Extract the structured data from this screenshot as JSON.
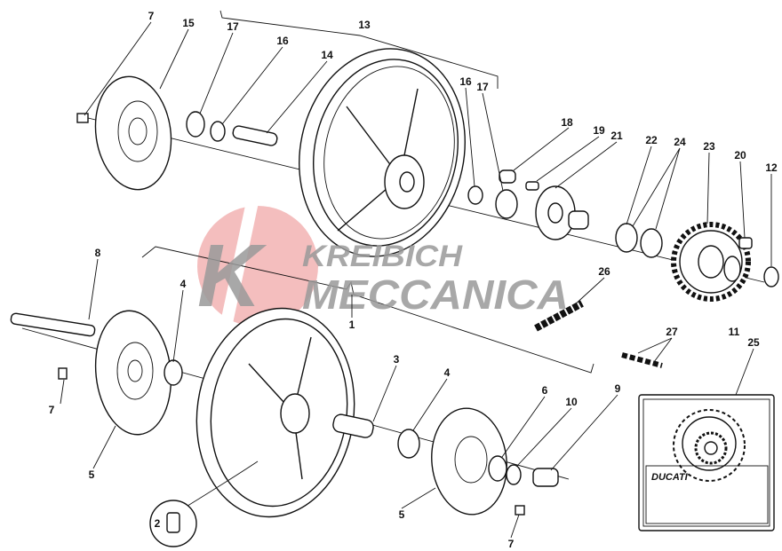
{
  "diagram": {
    "title": "Wheels exploded parts diagram",
    "watermark": {
      "line1": "KREIBICH",
      "line2": "MECCANICA",
      "initial": "K",
      "accent_color": "#f0a8a8"
    },
    "inset_brand": "DUCATI",
    "labels": {
      "l7a": "7",
      "l15": "15",
      "l17a": "17",
      "l16a": "16",
      "l14": "14",
      "l13": "13",
      "l16b": "16",
      "l17b": "17",
      "l18": "18",
      "l19": "19",
      "l21": "21",
      "l22": "22",
      "l24": "24",
      "l23": "23",
      "l20": "20",
      "l12": "12",
      "l8": "8",
      "l4a": "4",
      "l1": "1",
      "l26": "26",
      "l11": "11",
      "l27": "27",
      "l25": "25",
      "l3": "3",
      "l4b": "4",
      "l6": "6",
      "l10": "10",
      "l9": "9",
      "l7b": "7",
      "l5a": "5",
      "l2": "2",
      "l5b": "5",
      "l7c": "7"
    }
  }
}
